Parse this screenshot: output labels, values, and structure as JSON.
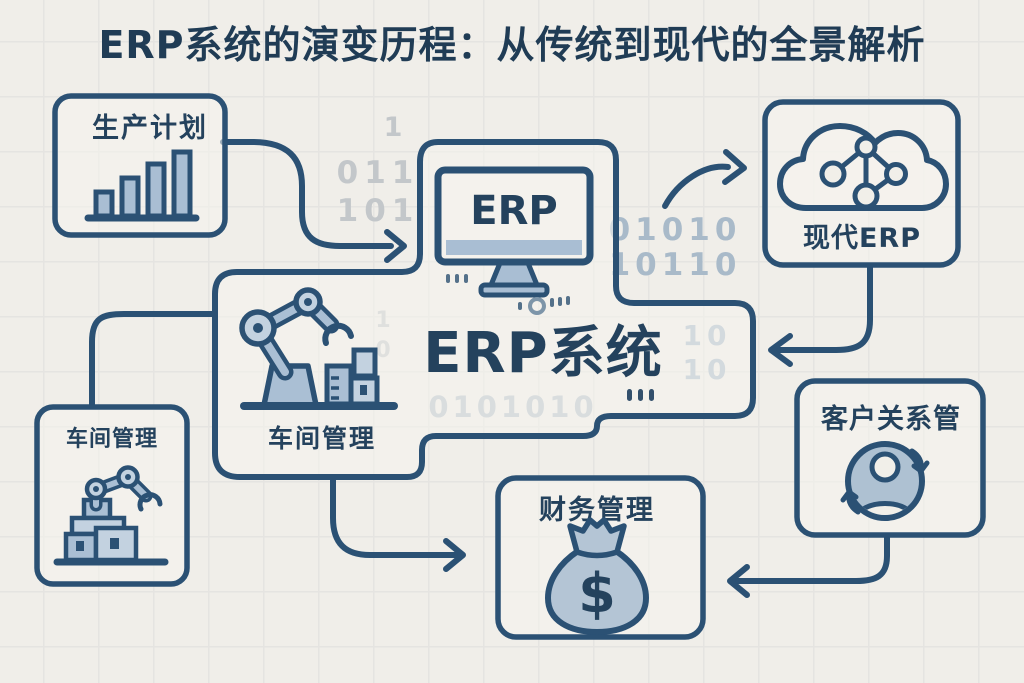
{
  "title": "ERP系统的演变历程：从传统到现代的全景解析",
  "center": {
    "screen_label": "ERP",
    "system_label": "ERP系统",
    "workshop_label": "车间管理"
  },
  "boxes": {
    "production_planning": {
      "label": "生产计划"
    },
    "modern_erp": {
      "label": "现代ERP"
    },
    "workshop": {
      "label": "车间管理"
    },
    "finance": {
      "label": "财务管理"
    },
    "crm": {
      "label": "客户关系管"
    }
  },
  "money_symbol": "$",
  "binary_decorations": {
    "d1": "1",
    "d2": "011",
    "d3": "101",
    "d4": "01010",
    "d5": "10110",
    "d6": "1",
    "d7": "0",
    "d8": "10",
    "d9": "10",
    "d10": "0101010"
  },
  "colors": {
    "background": "#f0eee9",
    "ink": "#2b5174",
    "text": "#24425d",
    "fill_light_blue": "#a9bed3",
    "fill_pale_blue": "#c3d2e0",
    "binary_gray": "#c3c7ca",
    "binary_blue": "#a9bac9"
  }
}
